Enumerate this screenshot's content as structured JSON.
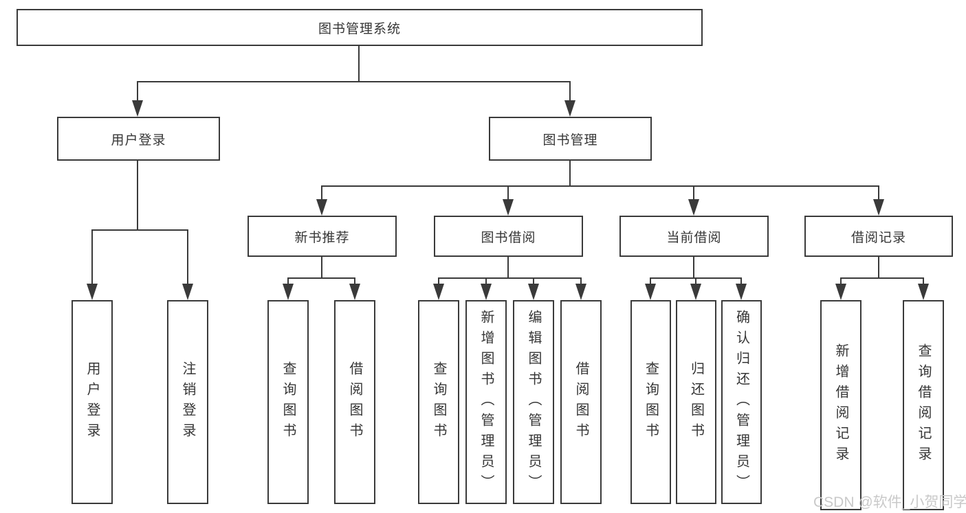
{
  "root": {
    "label": "图书管理系统"
  },
  "level2": {
    "user_login": {
      "label": "用户登录"
    },
    "book_management": {
      "label": "图书管理"
    }
  },
  "level3": {
    "new_books": {
      "label": "新书推荐"
    },
    "book_borrow": {
      "label": "图书借阅"
    },
    "current_borrow": {
      "label": "当前借阅"
    },
    "borrow_records": {
      "label": "借阅记录"
    }
  },
  "leaves": {
    "user_login": [
      "用户登录",
      "注销登录"
    ],
    "new_books": [
      "查询图书",
      "借阅图书"
    ],
    "book_borrow": [
      "查询图书",
      "新增图书（管理员）",
      "编辑图书（管理员）",
      "借阅图书"
    ],
    "current_borrow": [
      "查询图书",
      "归还图书",
      "确认归还（管理员）"
    ],
    "borrow_records": [
      "新增借阅记录",
      "查询借阅记录"
    ]
  },
  "watermark": {
    "text": "CSDN @软件_小贺同学"
  },
  "colors": {
    "line": "#3a3a3a",
    "text": "#363636",
    "watermark": "#c9c9c9",
    "background": "#ffffff"
  }
}
